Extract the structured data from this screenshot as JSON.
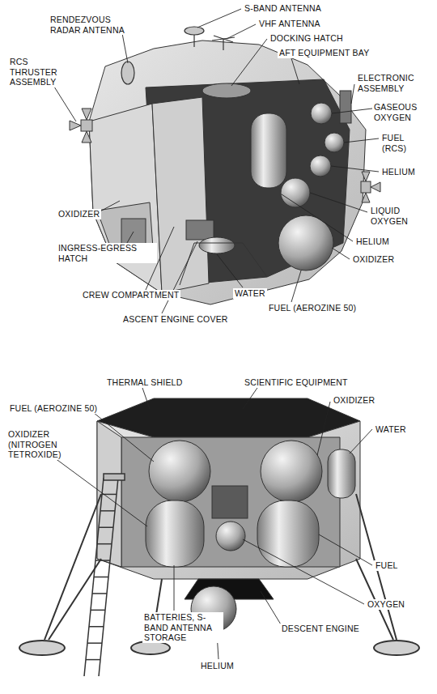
{
  "diagram": {
    "labels": [
      "S-BAND ANTENNA",
      "RENDEZVOUS RADAR ANTENNA",
      "VHF ANTENNA",
      "DOCKING HATCH",
      "AFT EQUIPMENT BAY",
      "RCS THRUSTER ASSEMBLY",
      "ELECTRONIC ASSEMBLY",
      "GASEOUS OXYGEN",
      "FUEL (RCS)",
      "HELIUM",
      "OXIDIZER",
      "LIQUID OXYGEN",
      "HELIUM",
      "INGRESS-EGRESS HATCH",
      "OXIDIZER",
      "CREW COMPARTMENT",
      "WATER",
      "FUEL (AEROZINE 50)",
      "ASCENT ENGINE COVER",
      "THERMAL SHIELD",
      "SCIENTIFIC EQUIPMENT",
      "FUEL (AEROZINE 50)",
      "OXIDIZER",
      "OXIDIZER (NITROGEN TETROXIDE)",
      "WATER",
      "FUEL",
      "OXYGEN",
      "BATTERIES, S-BAND ANTENNA STORAGE",
      "DESCENT ENGINE",
      "HELIUM"
    ]
  }
}
